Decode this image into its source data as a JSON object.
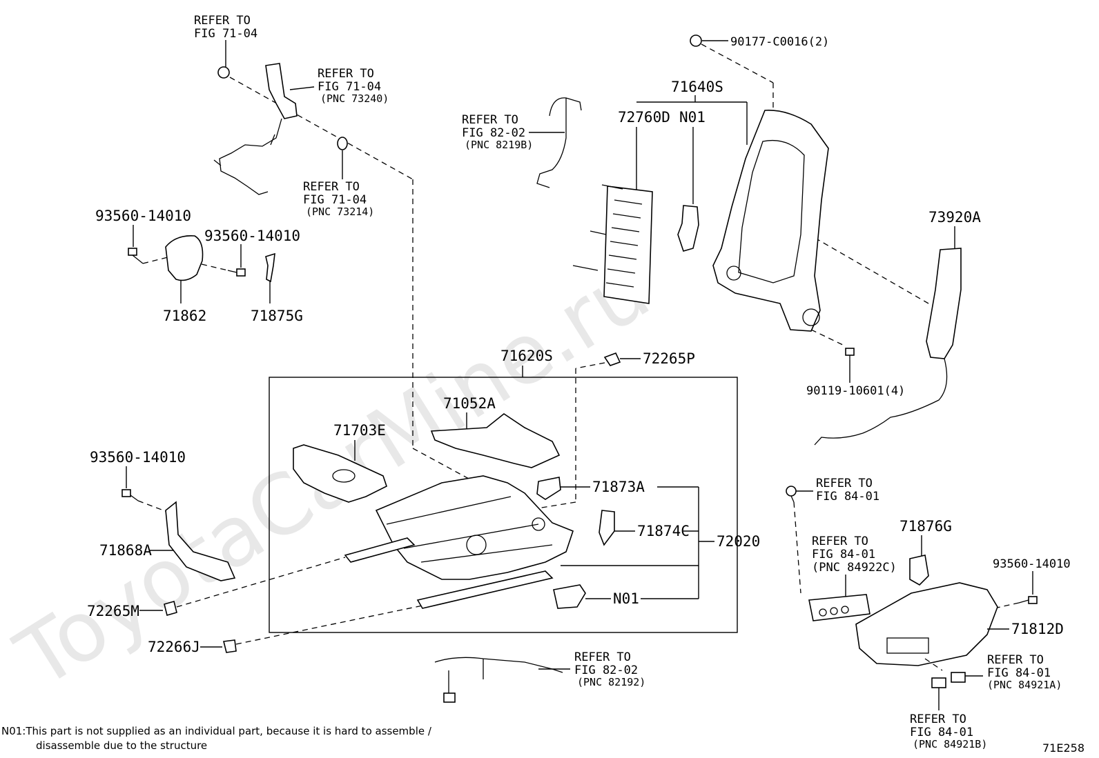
{
  "watermark": "ToyotaCarMine.ru",
  "callouts": {
    "refer_71_04_top": [
      "REFER TO",
      "FIG 71-04"
    ],
    "refer_71_04_pnc73240": [
      "REFER TO",
      "FIG 71-04",
      "(PNC 73240)"
    ],
    "refer_71_04_pnc73214": [
      "REFER TO",
      "FIG 71-04",
      "(PNC 73214)"
    ],
    "refer_82_02_pnc8219b": [
      "REFER TO",
      "FIG 82-02",
      "(PNC 8219B)"
    ],
    "refer_82_02_pnc82192": [
      "REFER TO",
      "FIG 82-02",
      "(PNC 82192)"
    ],
    "refer_84_01": [
      "REFER TO",
      "FIG 84-01"
    ],
    "refer_84_01_pnc84922c": [
      "REFER TO",
      "FIG 84-01",
      "(PNC 84922C)"
    ],
    "refer_84_01_pnc84921a": [
      "REFER TO",
      "FIG 84-01",
      "(PNC 84921A)"
    ],
    "refer_84_01_pnc84921b": [
      "REFER TO",
      "FIG 84-01",
      "(PNC 84921B)"
    ]
  },
  "parts": {
    "p90177": "90177-C0016(2)",
    "p71640s": "71640S",
    "p72760d": "72760D",
    "n01_top": "N01",
    "p73920a": "73920A",
    "p90119": "90119-10601(4)",
    "p93560_a": "93560-14010",
    "p93560_b": "93560-14010",
    "p93560_c": "93560-14010",
    "p93560_d": "93560-14010",
    "p71862": "71862",
    "p71875g": "71875G",
    "p71620s": "71620S",
    "p72265p": "72265P",
    "p71052a": "71052A",
    "p71703e": "71703E",
    "p71873a": "71873A",
    "p71874c": "71874C",
    "p72020": "72020",
    "n01_bottom": "N01",
    "p71868a": "71868A",
    "p72265m": "72265M",
    "p72266j": "72266J",
    "p71876g": "71876G",
    "p71812d": "71812D"
  },
  "footnote": {
    "line1": "N01:This part is not supplied as an individual part, because it is hard to assemble /",
    "line2": "disassemble due to the structure"
  },
  "figure_code": "71E258"
}
